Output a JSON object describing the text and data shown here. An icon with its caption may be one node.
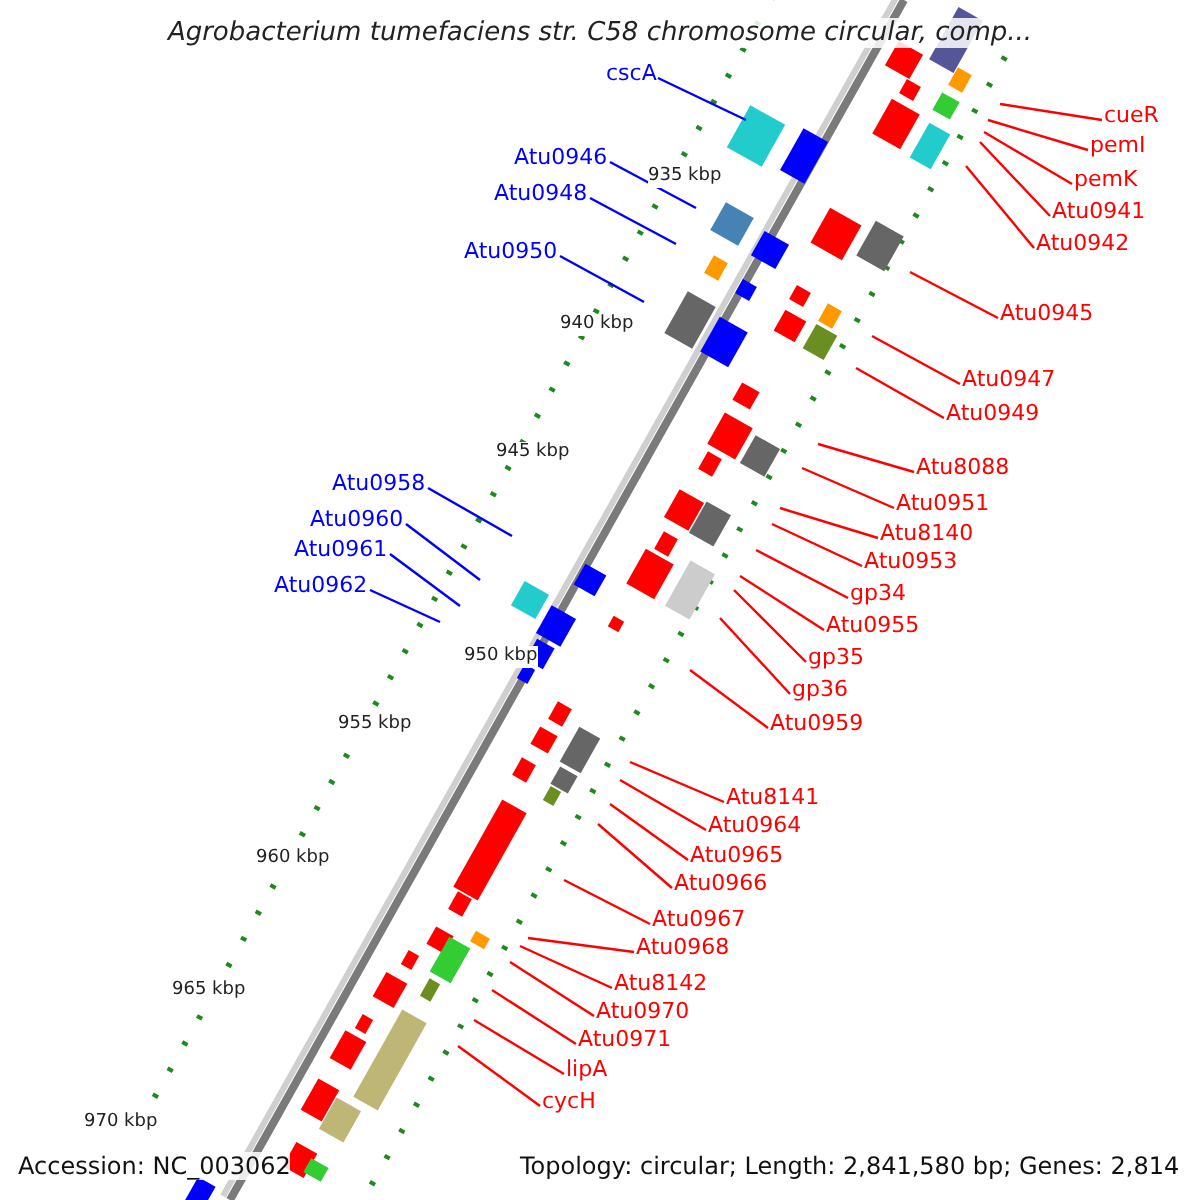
{
  "diagram": {
    "title": "Agrobacterium tumefaciens str. C58 chromosome circular, comp...",
    "nodes": [
      {
        "text": [
          "cscA"
        ]
      },
      {
        "text": [
          "cueR"
        ]
      },
      {
        "text": [
          "pemI"
        ]
      },
      {
        "text": [
          "Atu0946"
        ]
      },
      {
        "text": [
          "pemK"
        ]
      },
      {
        "text": [
          "Atu0948"
        ]
      },
      {
        "text": [
          "Atu0941"
        ]
      },
      {
        "text": [
          "Atu0942"
        ]
      },
      {
        "text": [
          "Atu0950"
        ]
      },
      {
        "text": [
          "Atu0945"
        ]
      },
      {
        "text": [
          "Atu0947"
        ]
      },
      {
        "text": [
          "Atu0949"
        ]
      },
      {
        "text": [
          "Atu8088"
        ]
      },
      {
        "text": [
          "Atu0958"
        ]
      },
      {
        "text": [
          "Atu0951"
        ]
      },
      {
        "text": [
          "Atu0960"
        ]
      },
      {
        "text": [
          "Atu8140"
        ]
      },
      {
        "text": [
          "Atu0961"
        ]
      },
      {
        "text": [
          "Atu0953"
        ]
      },
      {
        "text": [
          "Atu0962"
        ]
      },
      {
        "text": [
          "gp34"
        ]
      },
      {
        "text": [
          "Atu0955"
        ]
      },
      {
        "text": [
          "gp35"
        ]
      },
      {
        "text": [
          "gp36"
        ]
      },
      {
        "text": [
          "Atu0959"
        ]
      },
      {
        "text": [
          "Atu8141"
        ]
      },
      {
        "text": [
          "Atu0964"
        ]
      },
      {
        "text": [
          "Atu0965"
        ]
      },
      {
        "text": [
          "Atu0966"
        ]
      },
      {
        "text": [
          "Atu0967"
        ]
      },
      {
        "text": [
          "Atu0968"
        ]
      },
      {
        "text": [
          "Atu8142"
        ]
      },
      {
        "text": [
          "Atu0970"
        ]
      },
      {
        "text": [
          "Atu0971"
        ]
      },
      {
        "text": [
          "lipA"
        ]
      },
      {
        "text": [
          "cycH"
        ]
      }
    ],
    "edges": [
      {
        "from": 0,
        "to": null,
        "arrow": "none",
        "color": "#0000ff"
      },
      {
        "from": 1,
        "to": null,
        "arrow": "none"
      },
      {
        "from": 2,
        "to": null,
        "arrow": "none"
      },
      {
        "from": 3,
        "to": null,
        "arrow": "none",
        "color": "#0000ff"
      },
      {
        "from": 4,
        "to": null,
        "arrow": "none"
      },
      {
        "from": 5,
        "to": null,
        "arrow": "none",
        "color": "#0000ff"
      },
      {
        "from": 6,
        "to": null,
        "arrow": "none"
      },
      {
        "from": 7,
        "to": null,
        "arrow": "none"
      },
      {
        "from": 8,
        "to": null,
        "arrow": "none",
        "color": "#0000ff"
      },
      {
        "from": 9,
        "to": null,
        "arrow": "none"
      },
      {
        "from": 10,
        "to": null,
        "arrow": "none"
      },
      {
        "from": 11,
        "to": null,
        "arrow": "none"
      },
      {
        "from": 12,
        "to": null,
        "arrow": "none"
      },
      {
        "from": 13,
        "to": null,
        "arrow": "none",
        "color": "#0000ff"
      },
      {
        "from": 14,
        "to": null,
        "arrow": "none"
      },
      {
        "from": 15,
        "to": null,
        "arrow": "none",
        "color": "#0000ff"
      },
      {
        "from": 16,
        "to": null,
        "arrow": "none"
      },
      {
        "from": 17,
        "to": null,
        "arrow": "none",
        "color": "#0000ff"
      },
      {
        "from": 18,
        "to": null,
        "arrow": "none"
      },
      {
        "from": 19,
        "to": null,
        "arrow": "none",
        "color": "#0000ff"
      },
      {
        "from": 20,
        "to": null,
        "arrow": "none"
      },
      {
        "from": 21,
        "to": null,
        "arrow": "none"
      },
      {
        "from": 22,
        "to": null,
        "arrow": "none"
      },
      {
        "from": 23,
        "to": null,
        "arrow": "none"
      },
      {
        "from": 24,
        "to": null,
        "arrow": "none"
      },
      {
        "from": 25,
        "to": null,
        "arrow": "none"
      },
      {
        "from": 26,
        "to": null,
        "arrow": "none"
      },
      {
        "from": 27,
        "to": null,
        "arrow": "none"
      },
      {
        "from": 28,
        "to": null,
        "arrow": "none"
      },
      {
        "from": 29,
        "to": null,
        "arrow": "none"
      },
      {
        "from": 30,
        "to": null,
        "arrow": "none"
      },
      {
        "from": 31,
        "to": null,
        "arrow": "none"
      },
      {
        "from": 32,
        "to": null,
        "arrow": "none"
      },
      {
        "from": 33,
        "to": null,
        "arrow": "none"
      },
      {
        "from": 34,
        "to": null,
        "arrow": "none"
      },
      {
        "from": 35,
        "to": null,
        "arrow": "none"
      }
    ],
    "labels": [
      "935 kbp",
      "940 kbp",
      "945 kbp",
      "950 kbp",
      "955 kbp",
      "960 kbp",
      "965 kbp",
      "970 kbp",
      "Accession: NC_003062",
      "Topology: circular; Length: 2,841,580 bp; Genes: 2,814"
    ]
  }
}
